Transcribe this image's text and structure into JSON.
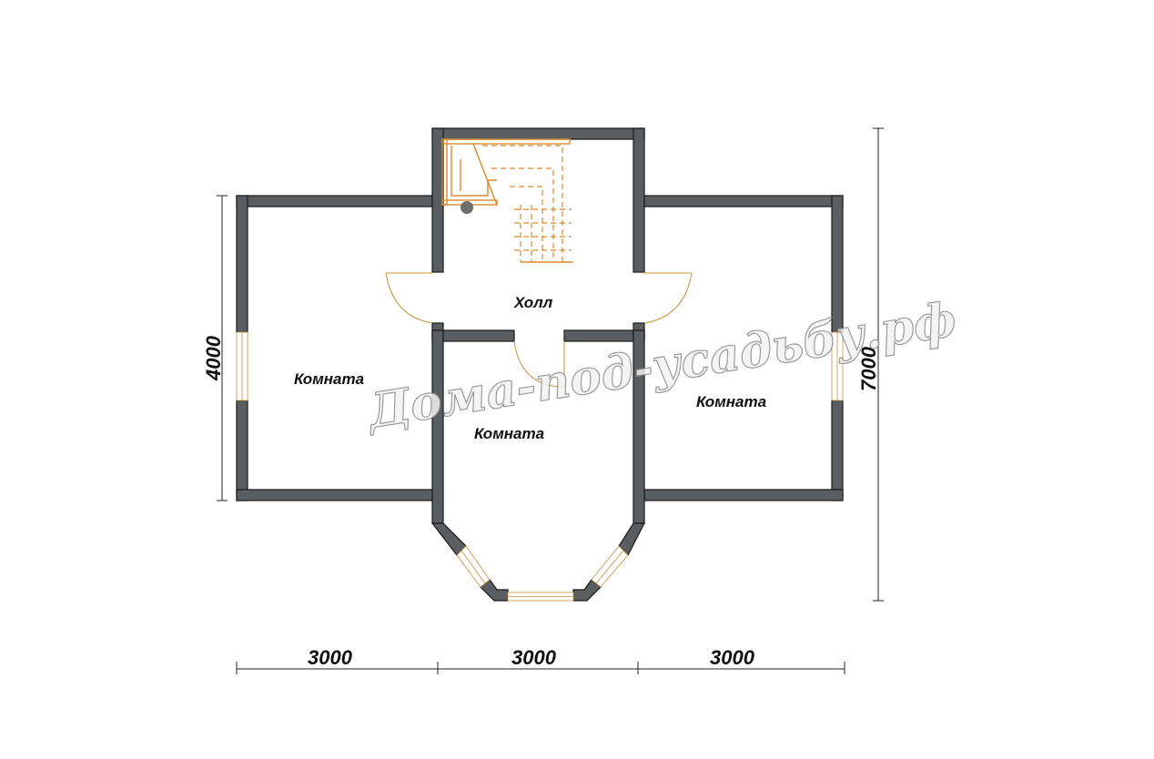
{
  "rooms": {
    "hall": "Холл",
    "room_left": "Комната",
    "room_center": "Комната",
    "room_right": "Комната"
  },
  "dimensions": {
    "bottom_left": "3000",
    "bottom_center": "3000",
    "bottom_right": "3000",
    "left": "4000",
    "right": "7000"
  },
  "watermark": "Дома-под-усадьбу.рф",
  "colors": {
    "wall": "#5b5e60",
    "stair": "#d98a2b",
    "door": "#c8903c"
  }
}
